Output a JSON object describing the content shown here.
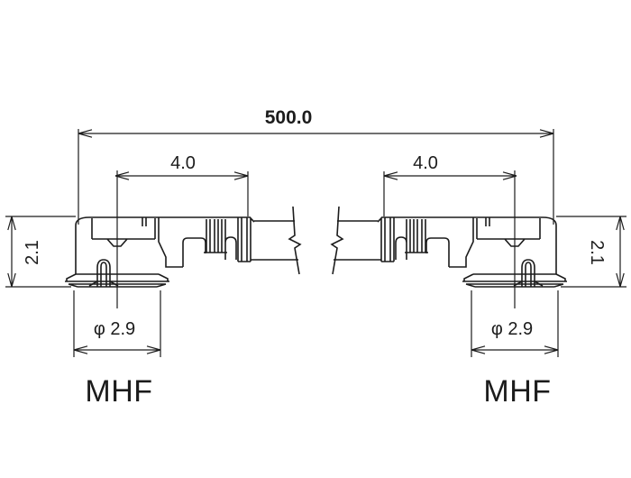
{
  "drawing": {
    "type": "technical-dimension-drawing",
    "colors": {
      "line": "#1c1c1c",
      "background": "#ffffff"
    },
    "dimensions": {
      "overall_length": "500.0",
      "left_connector_length": "4.0",
      "right_connector_length": "4.0",
      "left_height": "2.1",
      "right_height": "2.1",
      "left_diameter": "φ 2.9",
      "right_diameter": "φ 2.9"
    },
    "labels": {
      "left_connector": "MHF",
      "right_connector": "MHF"
    }
  }
}
